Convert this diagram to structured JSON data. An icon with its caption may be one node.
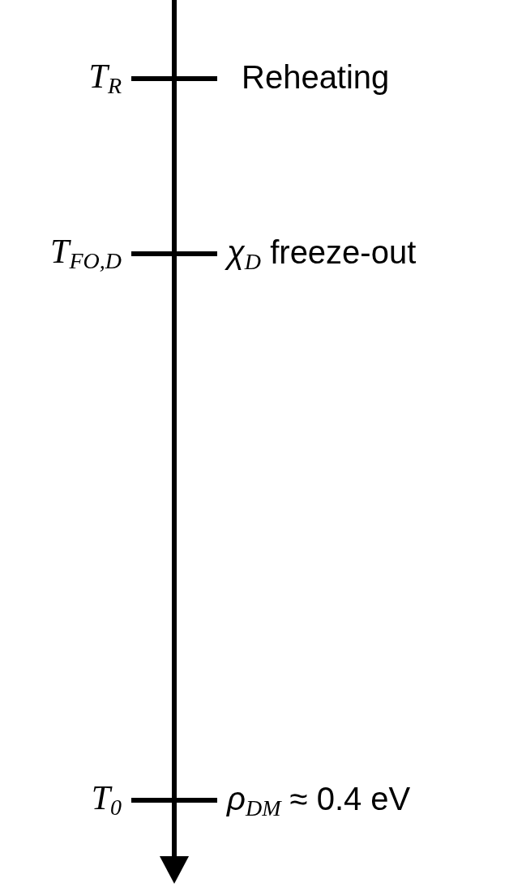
{
  "diagram": {
    "labels": [
      "T$_{R}$",
      "Reheating",
      "T$_{FO,D}$",
      "*χ*$_{D}$ freeze-out",
      "T$_{0}$",
      "*ρ*$_{DM}$ ≈ 0.4 eV"
    ]
  }
}
